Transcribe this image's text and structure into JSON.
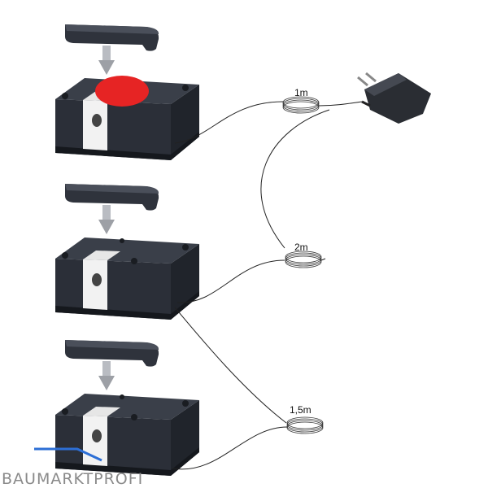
{
  "labels": {
    "cable_1": "1m",
    "cable_2": "2m",
    "cable_3": "1,5m"
  },
  "watermark": "BAUMARKTPROFI",
  "colors": {
    "lock_body": "#2b2f38",
    "highlight": "#e62424",
    "insert": "#f2f2f2",
    "watermark_line": "#2d6fd6"
  }
}
